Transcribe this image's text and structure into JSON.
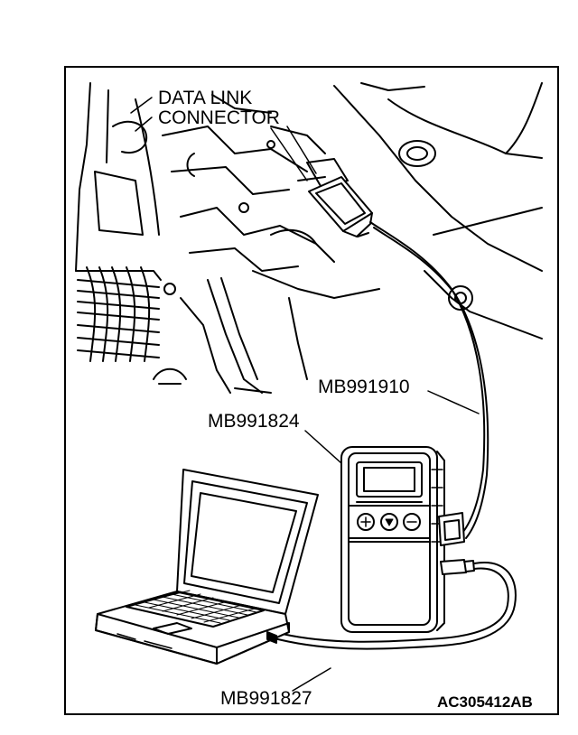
{
  "labels": {
    "data_link_connector_line1": "DATA LINK",
    "data_link_connector_line2": "CONNECTOR",
    "cable_main": "MB991910",
    "interface_unit": "MB991824",
    "usb_cable": "MB991827",
    "figure_code": "AC305412AB"
  },
  "colors": {
    "line": "#000000",
    "background": "#ffffff"
  }
}
